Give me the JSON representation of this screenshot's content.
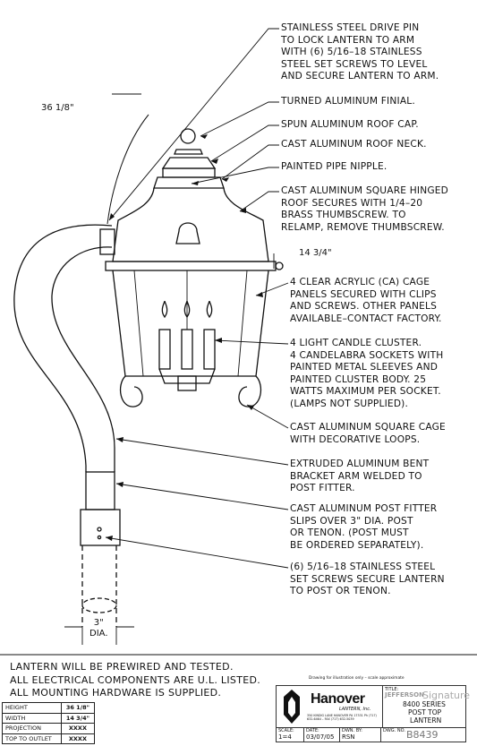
{
  "callouts": [
    "STAINLESS STEEL DRIVE PIN\nTO LOCK LANTERN TO ARM\nWITH (6) 5/16–18 STAINLESS\nSTEEL SET SCREWS TO LEVEL\nAND SECURE LANTERN TO ARM.",
    "TURNED ALUMINUM FINIAL.",
    "SPUN ALUMINUM ROOF CAP.",
    "CAST ALUMINUM ROOF NECK.",
    "PAINTED PIPE NIPPLE.",
    "CAST ALUMINUM SQUARE HINGED\nROOF SECURES WITH 1/4–20\nBRASS THUMBSCREW. TO\nRELAMP, REMOVE THUMBSCREW.",
    "4 CLEAR ACRYLIC (CA) CAGE\nPANELS SECURED WITH CLIPS\nAND SCREWS. OTHER PANELS\nAVAILABLE–CONTACT FACTORY.",
    "4 LIGHT CANDLE CLUSTER.\n4 CANDELABRA SOCKETS WITH\nPAINTED METAL SLEEVES AND\nPAINTED CLUSTER BODY. 25\nWATTS MAXIMUM PER SOCKET.\n(LAMPS NOT SUPPLIED).",
    "CAST ALUMINUM SQUARE CAGE\nWITH DECORATIVE LOOPS.",
    "EXTRUDED ALUMINUM BENT\nBRACKET ARM WELDED TO\nPOST FITTER.",
    "CAST ALUMINUM POST FITTER\nSLIPS OVER 3\" DIA. POST\nOR TENON. (POST MUST\nBE ORDERED SEPARATELY).",
    "(6) 5/16–18 STAINLESS STEEL\nSET SCREWS SECURE LANTERN\nTO POST OR TENON."
  ],
  "dimensions": {
    "height": "36 1/8\"",
    "width": "14 3/4\"",
    "post_dia": "3\"\nDIA."
  },
  "notes": "LANTERN WILL BE PREWIRED AND TESTED.\nALL ELECTRICAL COMPONENTS ARE U.L. LISTED.\nALL MOUNTING HARDWARE IS SUPPLIED.",
  "spec_table": [
    {
      "label": "HEIGHT",
      "value": "36 1/8\""
    },
    {
      "label": "WIDTH",
      "value": "14 3/4\""
    },
    {
      "label": "PROJECTION",
      "value": "XXXX"
    },
    {
      "label": "TOP TO OUTLET",
      "value": "XXXX"
    }
  ],
  "title_block": {
    "disclaimer": "Drawing for illustration only – scale approximate",
    "company": "Hanover",
    "company_sub": "LANTERN, Inc.",
    "address": "350 KINDIG LANE HANOVER PA 17331 Ph (717) 632-6464 – FAX (717) 632-5039",
    "title_label": "TITLE:",
    "title_lines": [
      "JEFFERSON",
      "8400 SERIES",
      "POST TOP",
      "LANTERN"
    ],
    "signature": "Signature",
    "scale_label": "SCALE:",
    "scale": "1=4",
    "date_label": "DATE:",
    "date": "03/07/05",
    "dwn_label": "DWN. BY:",
    "dwn": "RSN",
    "dwg_label": "DWG. NO.",
    "dwg": "B8439"
  }
}
